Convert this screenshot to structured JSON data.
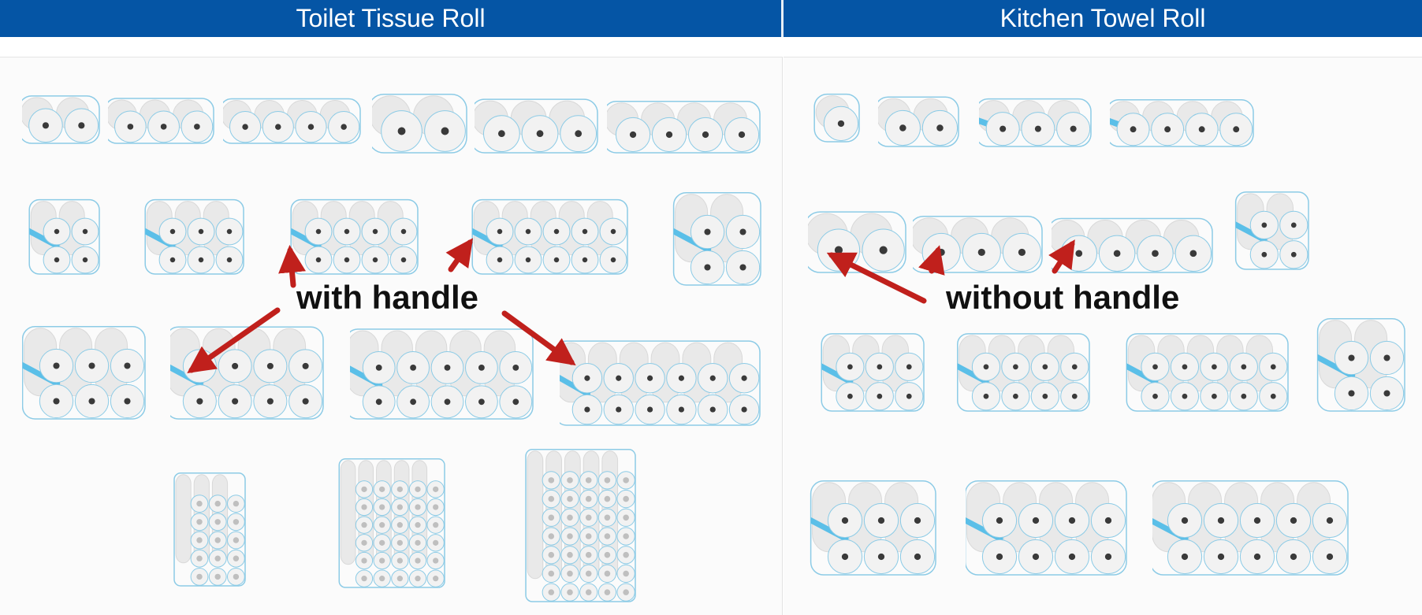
{
  "header": {
    "left_title": "Toilet Tissue Roll",
    "right_title": "Kitchen Towel Roll",
    "bar_color": "#0555a5"
  },
  "annotations": {
    "with_handle": "with handle",
    "without_handle": "without handle",
    "arrow_color": "#c0201c"
  },
  "colors": {
    "handle_strip": "#5bbfe8",
    "roll_fill": "#f2f2f2",
    "roll_outline": "#8ccbe6",
    "roll_core": "#3a3a3a"
  }
}
